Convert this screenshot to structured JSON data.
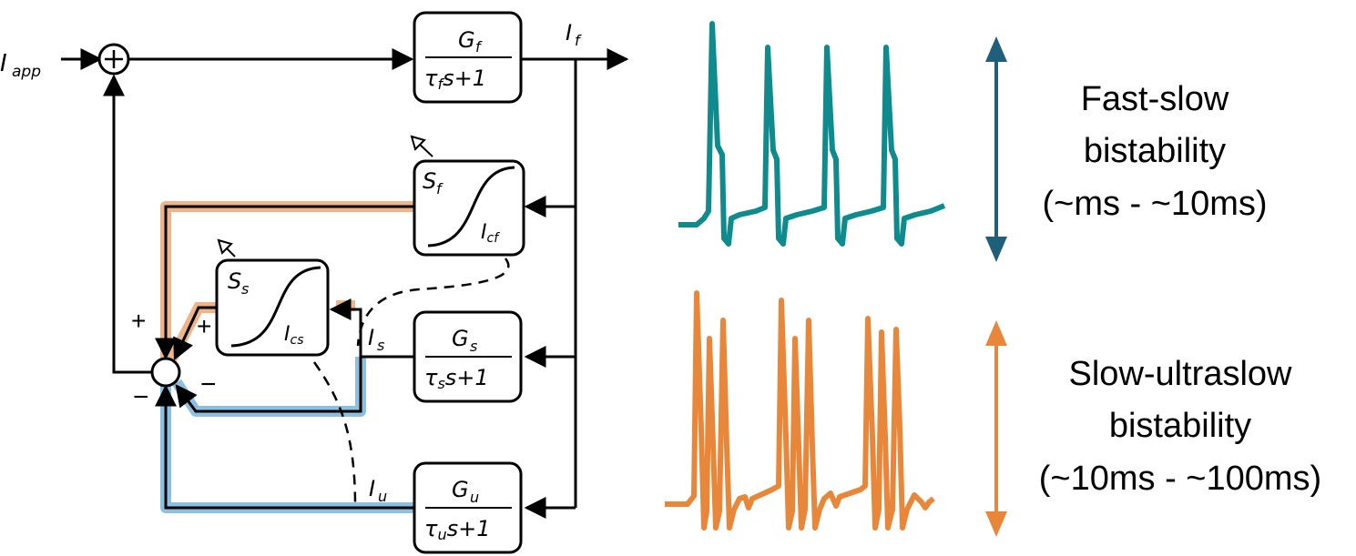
{
  "signals": {
    "input": "I_app",
    "fast_out": "I_f",
    "slow_out": "I_s",
    "ultraslow_out": "I_u"
  },
  "blocks": {
    "fast": {
      "gain": "G_f",
      "tau": "τ_f"
    },
    "slow": {
      "gain": "G_s",
      "tau": "τ_s"
    },
    "ultraslow": {
      "gain": "G_u",
      "tau": "τ_u"
    }
  },
  "sigmoids": {
    "fast": {
      "label": "S_f",
      "threshold": "I_cf"
    },
    "slow": {
      "label": "S_s",
      "threshold": "I_cs"
    }
  },
  "signs": {
    "fast_sigmoid_sign": "+",
    "slow_sigmoid_sign": "+",
    "slow_negative_sign": "−",
    "ultraslow_negative_sign": "−"
  },
  "descriptions": {
    "fast_slow": {
      "line1": "Fast-slow",
      "line2": "bistability",
      "line3": "(~ms - ~10ms)"
    },
    "slow_ultraslow": {
      "line1": "Slow-ultraslow",
      "line2": "bistability",
      "line3": "(~10ms - ~100ms)"
    }
  },
  "colors": {
    "fast_slow_trace": "#0F8B8D",
    "slow_ultraslow_trace": "#E8873A",
    "fast_arrow": "#1F5F7A",
    "slow_arrow": "#E8873A",
    "orange_highlight": "#F0B48A",
    "blue_highlight": "#8DBFE0",
    "plus_sign": "#B8651E",
    "minus_sign": "#2A6F9B"
  }
}
